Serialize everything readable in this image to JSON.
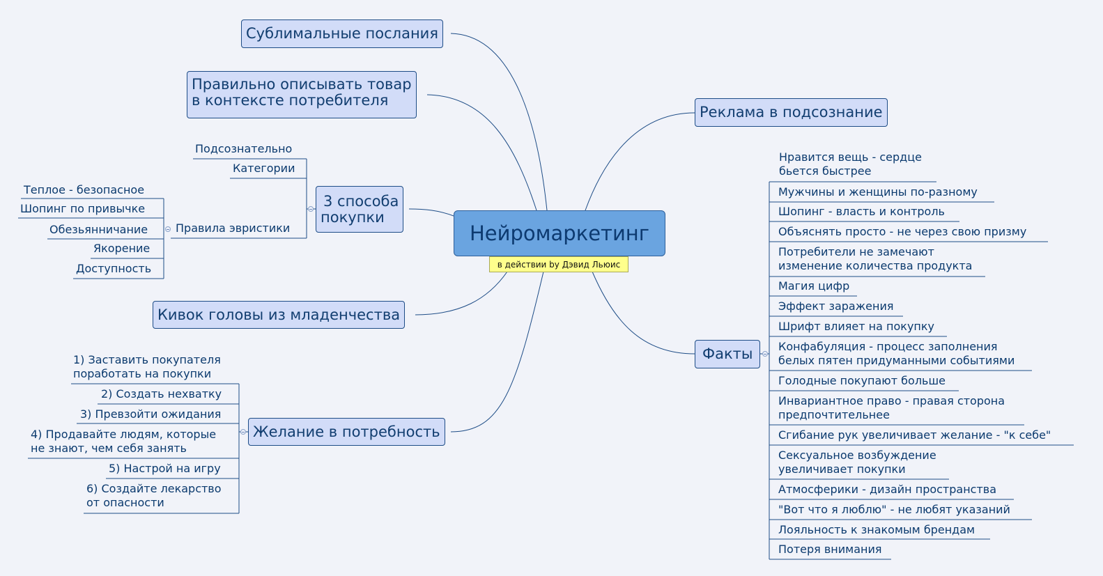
{
  "root": {
    "title": "Нейромаркетинг",
    "note": "в действии by Дэвид Льюис"
  },
  "left_topics": {
    "subliminal": "Сублимальные послания",
    "describe_line1": "Правильно описывать товар",
    "describe_line2": "в контексте потребителя",
    "ways_line1": "3 способа",
    "ways_line2": "покупки",
    "nod": "Кивок головы из младенчества",
    "desire": "Желание в потребность"
  },
  "ways_children": {
    "subconscious": "Подсознательно",
    "categories": "Категории",
    "heuristics": "Правила эвристики",
    "heuristics_children": [
      "Теплое - безопасное",
      "Шопинг по привычке",
      "Обезьянничание",
      "Якорение",
      "Доступность"
    ]
  },
  "desire_children": {
    "c1_line1": "1) Заставить покупателя",
    "c1_line2": "поработать на покупки",
    "c2": "2) Создать нехватку",
    "c3": "3) Превзойти ожидания",
    "c4_line1": "4) Продавайте людям, которые",
    "c4_line2": "не знают, чем себя занять",
    "c5": "5) Настрой на игру",
    "c6_line1": "6) Создайте лекарство",
    "c6_line2": "от опасности"
  },
  "right_topics": {
    "ads": "Реклама в подсознание",
    "facts": "Факты"
  },
  "facts": {
    "f1_line1": "Нравится вещь - сердце",
    "f1_line2": "бьется быстрее",
    "f2": "Мужчины и женщины по-разному",
    "f3": "Шопинг - власть и контроль",
    "f4": "Объяснять просто - не через свою призму",
    "f5_line1": "Потребители не замечают",
    "f5_line2": "изменение количества продукта",
    "f6": "Магия цифр",
    "f7": "Эффект заражения",
    "f8": "Шрифт влияет на покупку",
    "f9_line1": "Конфабуляция - процесс заполнения",
    "f9_line2": "белых пятен придуманными событиями",
    "f10": "Голодные покупают больше",
    "f11_line1": "Инвариантное право - правая сторона",
    "f11_line2": "предпочтительнее",
    "f12": "Сгибание рук увеличивает желание - \"к себе\"",
    "f13_line1": "Сексуальное возбуждение",
    "f13_line2": "увеличивает покупки",
    "f14": "Атмосферики - дизайн пространства",
    "f15": "\"Вот что я люблю\" - не любят указаний",
    "f16": "Лояльность к знакомым брендам",
    "f17": "Потеря внимания"
  },
  "colors": {
    "background": "#f1f3f9",
    "topic_fill": "#d2dcf8",
    "root_fill": "#6aa4e0",
    "note_fill": "#ffff8c",
    "line": "#1d4c86"
  }
}
